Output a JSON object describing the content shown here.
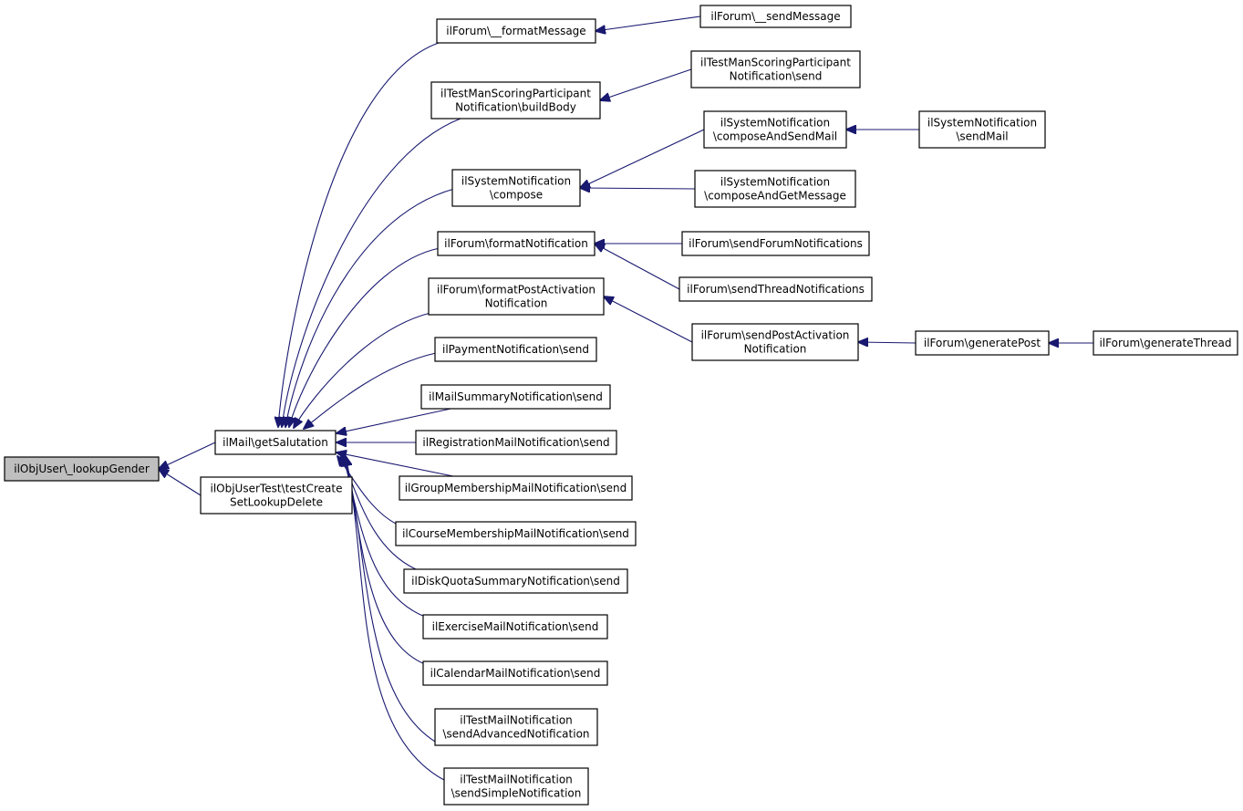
{
  "colors": {
    "edge": "#191970",
    "root_fill": "#bfbfbf",
    "node_fill": "#ffffff"
  },
  "nodes": [
    {
      "id": "lookupGender",
      "lines": [
        "ilObjUser\\_lookupGender"
      ],
      "root": true
    },
    {
      "id": "getSalutation",
      "lines": [
        "ilMail\\getSalutation"
      ]
    },
    {
      "id": "testCreate",
      "lines": [
        "ilObjUserTest\\testCreate",
        "SetLookupDelete"
      ]
    },
    {
      "id": "formatMessage",
      "lines": [
        "ilForum\\__formatMessage"
      ]
    },
    {
      "id": "sendMessage",
      "lines": [
        "ilForum\\__sendMessage"
      ]
    },
    {
      "id": "buildBody",
      "lines": [
        "ilTestManScoringParticipant",
        "Notification\\buildBody"
      ]
    },
    {
      "id": "scoringSend",
      "lines": [
        "ilTestManScoringParticipant",
        "Notification\\send"
      ]
    },
    {
      "id": "sysCompose",
      "lines": [
        "ilSystemNotification",
        "\\compose"
      ]
    },
    {
      "id": "composeAndSendMail",
      "lines": [
        "ilSystemNotification",
        "\\composeAndSendMail"
      ]
    },
    {
      "id": "sysSendMail",
      "lines": [
        "ilSystemNotification",
        "\\sendMail"
      ]
    },
    {
      "id": "composeAndGetMessage",
      "lines": [
        "ilSystemNotification",
        "\\composeAndGetMessage"
      ]
    },
    {
      "id": "formatNotification",
      "lines": [
        "ilForum\\formatNotification"
      ]
    },
    {
      "id": "sendForumNotifications",
      "lines": [
        "ilForum\\sendForumNotifications"
      ]
    },
    {
      "id": "sendThreadNotifications",
      "lines": [
        "ilForum\\sendThreadNotifications"
      ]
    },
    {
      "id": "formatPostActivation",
      "lines": [
        "ilForum\\formatPostActivation",
        "Notification"
      ]
    },
    {
      "id": "sendPostActivation",
      "lines": [
        "ilForum\\sendPostActivation",
        "Notification"
      ]
    },
    {
      "id": "generatePost",
      "lines": [
        "ilForum\\generatePost"
      ]
    },
    {
      "id": "generateThread",
      "lines": [
        "ilForum\\generateThread"
      ]
    },
    {
      "id": "paymentSend",
      "lines": [
        "ilPaymentNotification\\send"
      ]
    },
    {
      "id": "mailSummarySend",
      "lines": [
        "ilMailSummaryNotification\\send"
      ]
    },
    {
      "id": "registrationSend",
      "lines": [
        "ilRegistrationMailNotification\\send"
      ]
    },
    {
      "id": "groupSend",
      "lines": [
        "ilGroupMembershipMailNotification\\send"
      ]
    },
    {
      "id": "courseSend",
      "lines": [
        "ilCourseMembershipMailNotification\\send"
      ]
    },
    {
      "id": "diskQuotaSend",
      "lines": [
        "ilDiskQuotaSummaryNotification\\send"
      ]
    },
    {
      "id": "exerciseSend",
      "lines": [
        "ilExerciseMailNotification\\send"
      ]
    },
    {
      "id": "calendarSend",
      "lines": [
        "ilCalendarMailNotification\\send"
      ]
    },
    {
      "id": "testMailAdvanced",
      "lines": [
        "ilTestMailNotification",
        "\\sendAdvancedNotification"
      ]
    },
    {
      "id": "testMailSimple",
      "lines": [
        "ilTestMailNotification",
        "\\sendSimpleNotification"
      ]
    }
  ],
  "edges": [
    {
      "from": "getSalutation",
      "to": "lookupGender"
    },
    {
      "from": "testCreate",
      "to": "lookupGender"
    },
    {
      "from": "formatMessage",
      "to": "getSalutation"
    },
    {
      "from": "buildBody",
      "to": "getSalutation"
    },
    {
      "from": "sysCompose",
      "to": "getSalutation"
    },
    {
      "from": "formatNotification",
      "to": "getSalutation"
    },
    {
      "from": "formatPostActivation",
      "to": "getSalutation"
    },
    {
      "from": "paymentSend",
      "to": "getSalutation"
    },
    {
      "from": "mailSummarySend",
      "to": "getSalutation"
    },
    {
      "from": "registrationSend",
      "to": "getSalutation"
    },
    {
      "from": "groupSend",
      "to": "getSalutation"
    },
    {
      "from": "courseSend",
      "to": "getSalutation"
    },
    {
      "from": "diskQuotaSend",
      "to": "getSalutation"
    },
    {
      "from": "exerciseSend",
      "to": "getSalutation"
    },
    {
      "from": "calendarSend",
      "to": "getSalutation"
    },
    {
      "from": "testMailAdvanced",
      "to": "getSalutation"
    },
    {
      "from": "testMailSimple",
      "to": "getSalutation"
    },
    {
      "from": "sendMessage",
      "to": "formatMessage"
    },
    {
      "from": "scoringSend",
      "to": "buildBody"
    },
    {
      "from": "composeAndSendMail",
      "to": "sysCompose"
    },
    {
      "from": "composeAndGetMessage",
      "to": "sysCompose"
    },
    {
      "from": "sysSendMail",
      "to": "composeAndSendMail"
    },
    {
      "from": "sendForumNotifications",
      "to": "formatNotification"
    },
    {
      "from": "sendThreadNotifications",
      "to": "formatNotification"
    },
    {
      "from": "sendPostActivation",
      "to": "formatPostActivation"
    },
    {
      "from": "generatePost",
      "to": "sendPostActivation"
    },
    {
      "from": "generateThread",
      "to": "generatePost"
    }
  ]
}
